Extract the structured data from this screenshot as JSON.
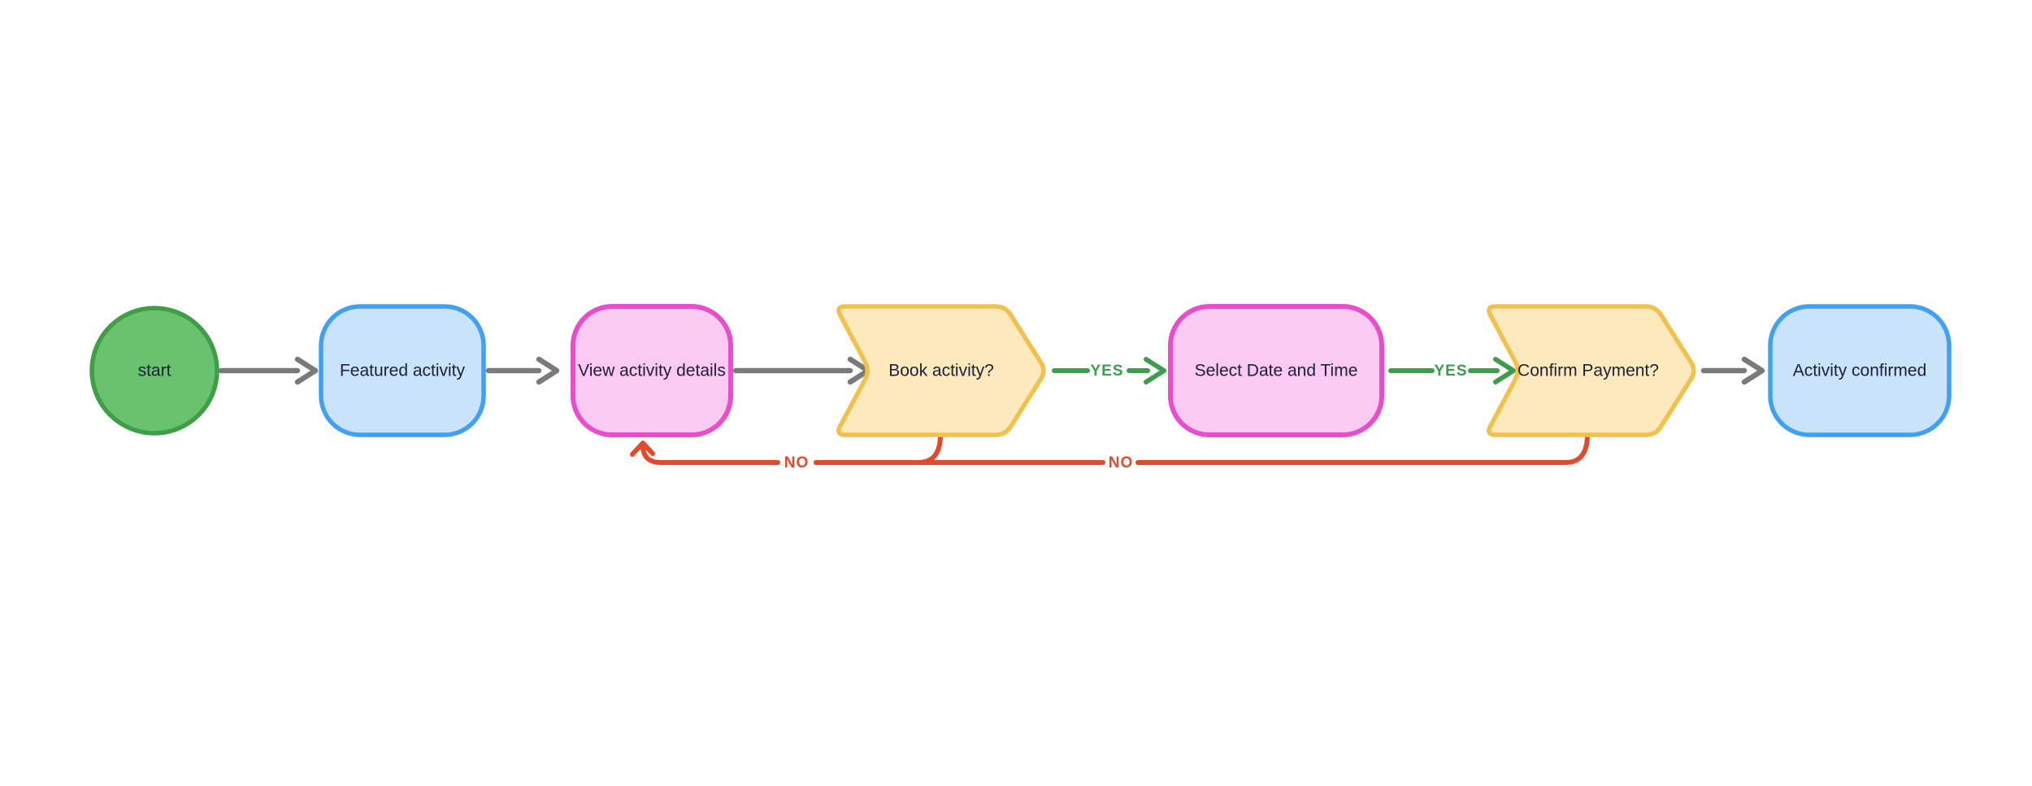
{
  "nodes": {
    "start": {
      "label": "start"
    },
    "featured": {
      "label": "Featured activity"
    },
    "view": {
      "label": "View activity details"
    },
    "book": {
      "label": "Book activity?"
    },
    "select": {
      "label": "Select Date and Time"
    },
    "payment": {
      "label": "Confirm Payment?"
    },
    "confirmed": {
      "label": "Activity confirmed"
    }
  },
  "edges": {
    "yes_book_to_select": "YES",
    "yes_payment_to_end": "YES",
    "no_book_to_view": "NO",
    "no_payment_to_view": "NO"
  },
  "colors": {
    "background": "#ffffff",
    "start_fill": "#69c26e",
    "start_stroke": "#3f9e47",
    "blue_fill": "#c8e3fa",
    "blue_stroke": "#41a0f2",
    "pink_fill": "#fbcaf3",
    "pink_stroke": "#e84ecb",
    "yellow_fill": "#fce9bc",
    "yellow_stroke": "#f2c14d",
    "connector": "#7a7a7a",
    "yes": "#3e9d4d",
    "no": "#e14a2b",
    "node_text": "#20203a"
  }
}
